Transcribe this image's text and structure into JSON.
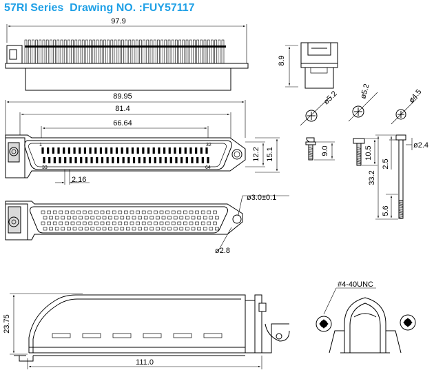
{
  "title": "57RI Series  Drawing NO. :FUY57117",
  "dims": {
    "overall_width": "97.9",
    "side_height": "8.9",
    "flange_width": "89.95",
    "shell_width": "81.4",
    "contact_span": "66.64",
    "contact_pitch": "2.16",
    "face_height_inner": "12.2",
    "face_height_outer": "15.1",
    "screw_head_1": "ø5.2",
    "screw_head_2": "ø5.2",
    "screw_head_3": "ø4.5",
    "screw_len_1": "9.0",
    "screw_len_2": "10.5",
    "long_screw_total": "33.2",
    "long_screw_head": "2.5",
    "long_screw_thread": "5.6",
    "long_screw_dia": "ø2.4",
    "mount_hole": "ø3.0±0.1",
    "mount_hole_small": "ø2.8",
    "hood_height": "23.75",
    "hood_length": "111.0",
    "thread_spec": "#4-40UNC"
  },
  "pin_labels": {
    "top_left": "1",
    "top_right": "32",
    "bottom_left": "33",
    "bottom_right": "64"
  }
}
